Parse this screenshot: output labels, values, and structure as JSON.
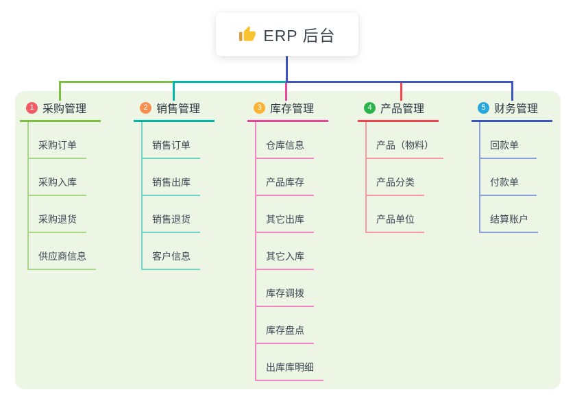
{
  "root": {
    "label": "ERP 后台",
    "icon": "thumbs-up"
  },
  "panel_color": "#edf6e5",
  "connector_root_color": "#4156c6",
  "branches": [
    {
      "badge": "1",
      "label": "采购管理",
      "color": "#7cc043",
      "child_color": "#a6d687",
      "badge_color": "#f15b66",
      "children": [
        "采购订单",
        "采购入库",
        "采购退货",
        "供应商信息"
      ]
    },
    {
      "badge": "2",
      "label": "销售管理",
      "color": "#00b7a8",
      "child_color": "#72d4c6",
      "badge_color": "#f78e4f",
      "children": [
        "销售订单",
        "销售出库",
        "销售退货",
        "客户信息"
      ]
    },
    {
      "badge": "3",
      "label": "库存管理",
      "color": "#e9459a",
      "child_color": "#f087c1",
      "badge_color": "#f9b233",
      "children": [
        "仓库信息",
        "产品库存",
        "其它出库",
        "其它入库",
        "库存调拨",
        "库存盘点",
        "出库库明细"
      ]
    },
    {
      "badge": "4",
      "label": "产品管理",
      "color": "#f4454f",
      "child_color": "#f79aa1",
      "badge_color": "#2cb34a",
      "children": [
        "产品（物料）",
        "产品分类",
        "产品单位"
      ]
    },
    {
      "badge": "5",
      "label": "财务管理",
      "color": "#3c55c4",
      "child_color": "#8ba0da",
      "badge_color": "#29a6de",
      "children": [
        "回款单",
        "付款单",
        "结算账户"
      ]
    }
  ]
}
